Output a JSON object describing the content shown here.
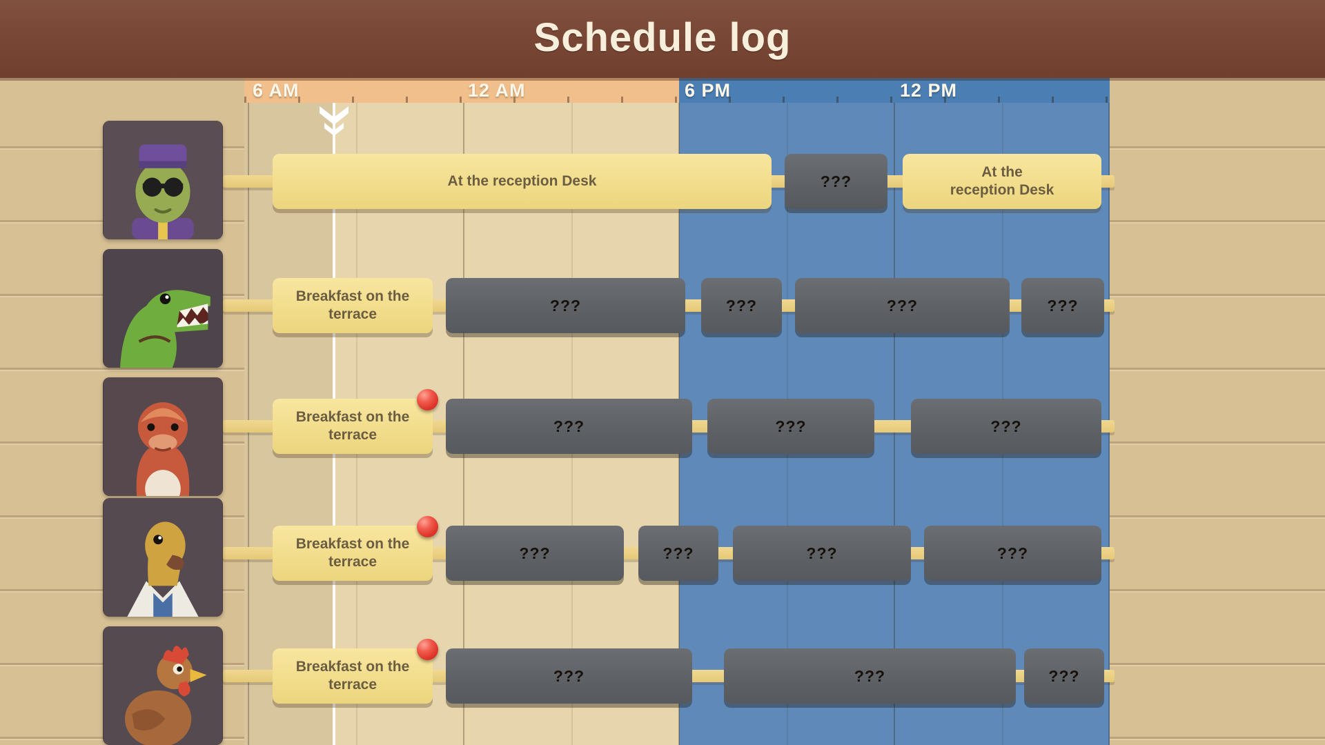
{
  "header": {
    "title": "Schedule log"
  },
  "timeline": {
    "labels": [
      "6 AM",
      "12 AM",
      "6 PM",
      "12 PM"
    ],
    "day_strip_color": "#f0bf8b",
    "night_strip_color": "#4b7fb3"
  },
  "palette": {
    "header_brown": "#7a4836",
    "day_grid": "#e6d5ad",
    "night_grid": "#5e89b8",
    "event_yellow": "#f2dd8c",
    "event_unknown_gray": "#5e6165",
    "connector_yellow": "#e9cf83",
    "alert_red": "#e23b33",
    "selection_red": "#dd4038",
    "now_line_white": "#ffffff"
  },
  "rows": [
    {
      "character": "dino-bellhop",
      "events": [
        {
          "type": "activity",
          "label": "At the reception Desk"
        },
        {
          "type": "unknown",
          "label": "???"
        },
        {
          "type": "activity",
          "label": "At the\nreception Desk"
        }
      ]
    },
    {
      "character": "dino-raptor",
      "events": [
        {
          "type": "activity",
          "label": "Breakfast on the\nterrace",
          "selected": true
        },
        {
          "type": "unknown",
          "label": "???"
        },
        {
          "type": "unknown",
          "label": "???"
        },
        {
          "type": "unknown",
          "label": "???"
        },
        {
          "type": "unknown",
          "label": "???"
        }
      ]
    },
    {
      "character": "dino-red",
      "events": [
        {
          "type": "activity",
          "label": "Breakfast on the\nterrace",
          "alert": true
        },
        {
          "type": "unknown",
          "label": "???"
        },
        {
          "type": "unknown",
          "label": "???"
        },
        {
          "type": "unknown",
          "label": "???"
        }
      ]
    },
    {
      "character": "dino-yellow",
      "events": [
        {
          "type": "activity",
          "label": "Breakfast on the\nterrace",
          "alert": true
        },
        {
          "type": "unknown",
          "label": "???"
        },
        {
          "type": "unknown",
          "label": "???"
        },
        {
          "type": "unknown",
          "label": "???"
        },
        {
          "type": "unknown",
          "label": "???"
        }
      ]
    },
    {
      "character": "chicken",
      "events": [
        {
          "type": "activity",
          "label": "Breakfast on the\nterrace",
          "alert": true
        },
        {
          "type": "unknown",
          "label": "???"
        },
        {
          "type": "unknown",
          "label": "???"
        },
        {
          "type": "unknown",
          "label": "???"
        }
      ]
    }
  ]
}
